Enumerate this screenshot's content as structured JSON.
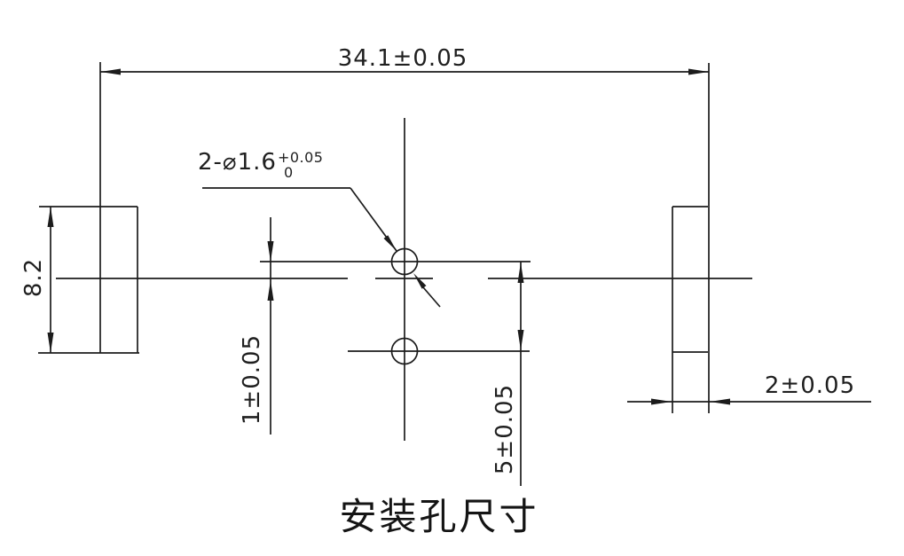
{
  "drawing": {
    "title": "安装孔尺寸",
    "dimensions": {
      "overall_width": "34.1±0.05",
      "body_height": "8.2",
      "hole_center_offset": "1±0.05",
      "hole_spacing": "5±0.05",
      "tab_width": "2±0.05"
    },
    "hole_callout": {
      "text": "2-⌀1.6",
      "tolerance_upper": "+0.05",
      "tolerance_lower": "0"
    },
    "colors": {
      "line": "#1c1c1c",
      "text": "#1f1f1f",
      "background": "#ffffff"
    }
  }
}
